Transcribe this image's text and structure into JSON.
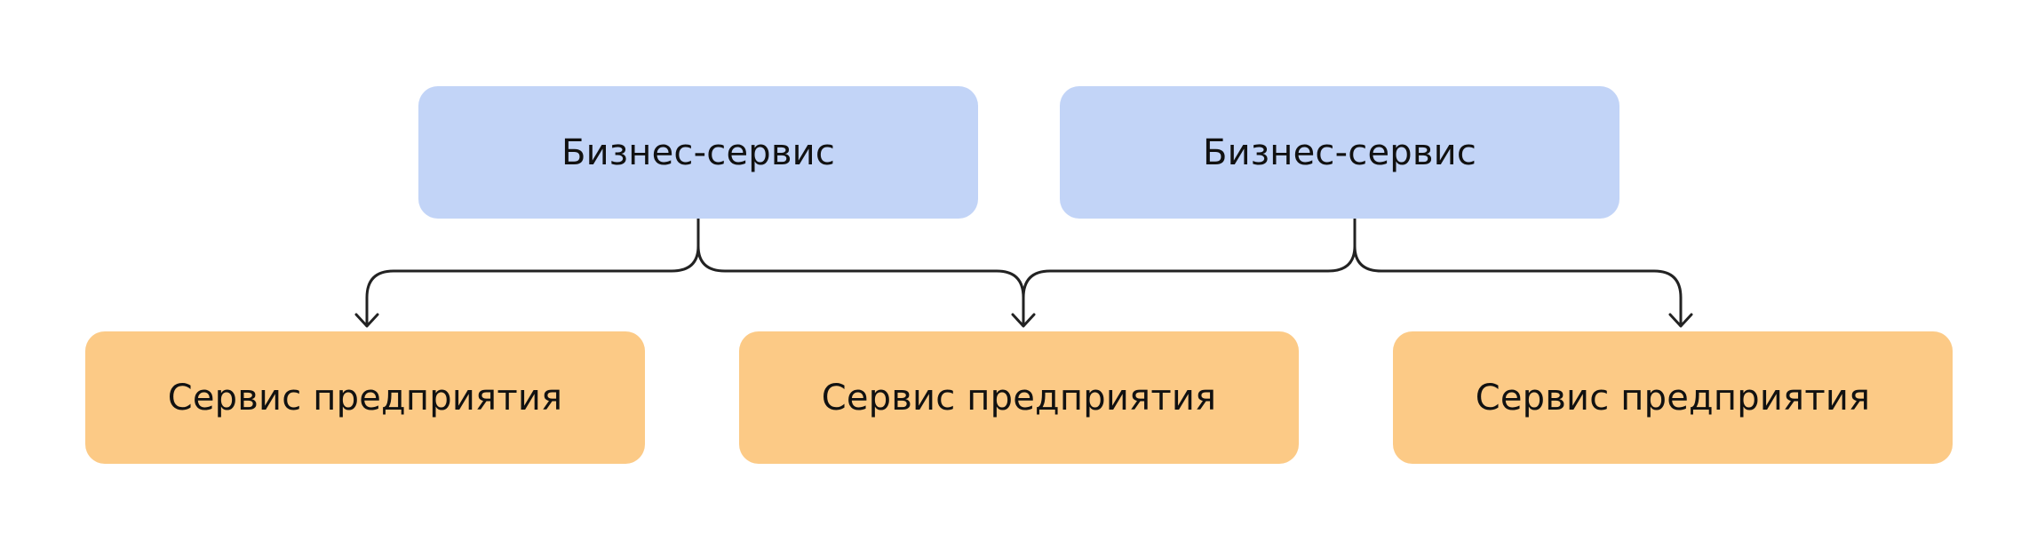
{
  "colors": {
    "business_service_fill": "#c2d4f7",
    "enterprise_service_fill": "#fcca86",
    "connector_stroke": "#222222",
    "text": "#111111"
  },
  "business_services": [
    {
      "label": "Бизнес-сервис"
    },
    {
      "label": "Бизнес-сервис"
    }
  ],
  "enterprise_services": [
    {
      "label": "Сервис предприятия"
    },
    {
      "label": "Сервис предприятия"
    },
    {
      "label": "Сервис предприятия"
    }
  ],
  "connections": [
    {
      "from": "business_services.0",
      "to": "enterprise_services.0"
    },
    {
      "from": "business_services.0",
      "to": "enterprise_services.1"
    },
    {
      "from": "business_services.1",
      "to": "enterprise_services.1"
    },
    {
      "from": "business_services.1",
      "to": "enterprise_services.2"
    }
  ]
}
